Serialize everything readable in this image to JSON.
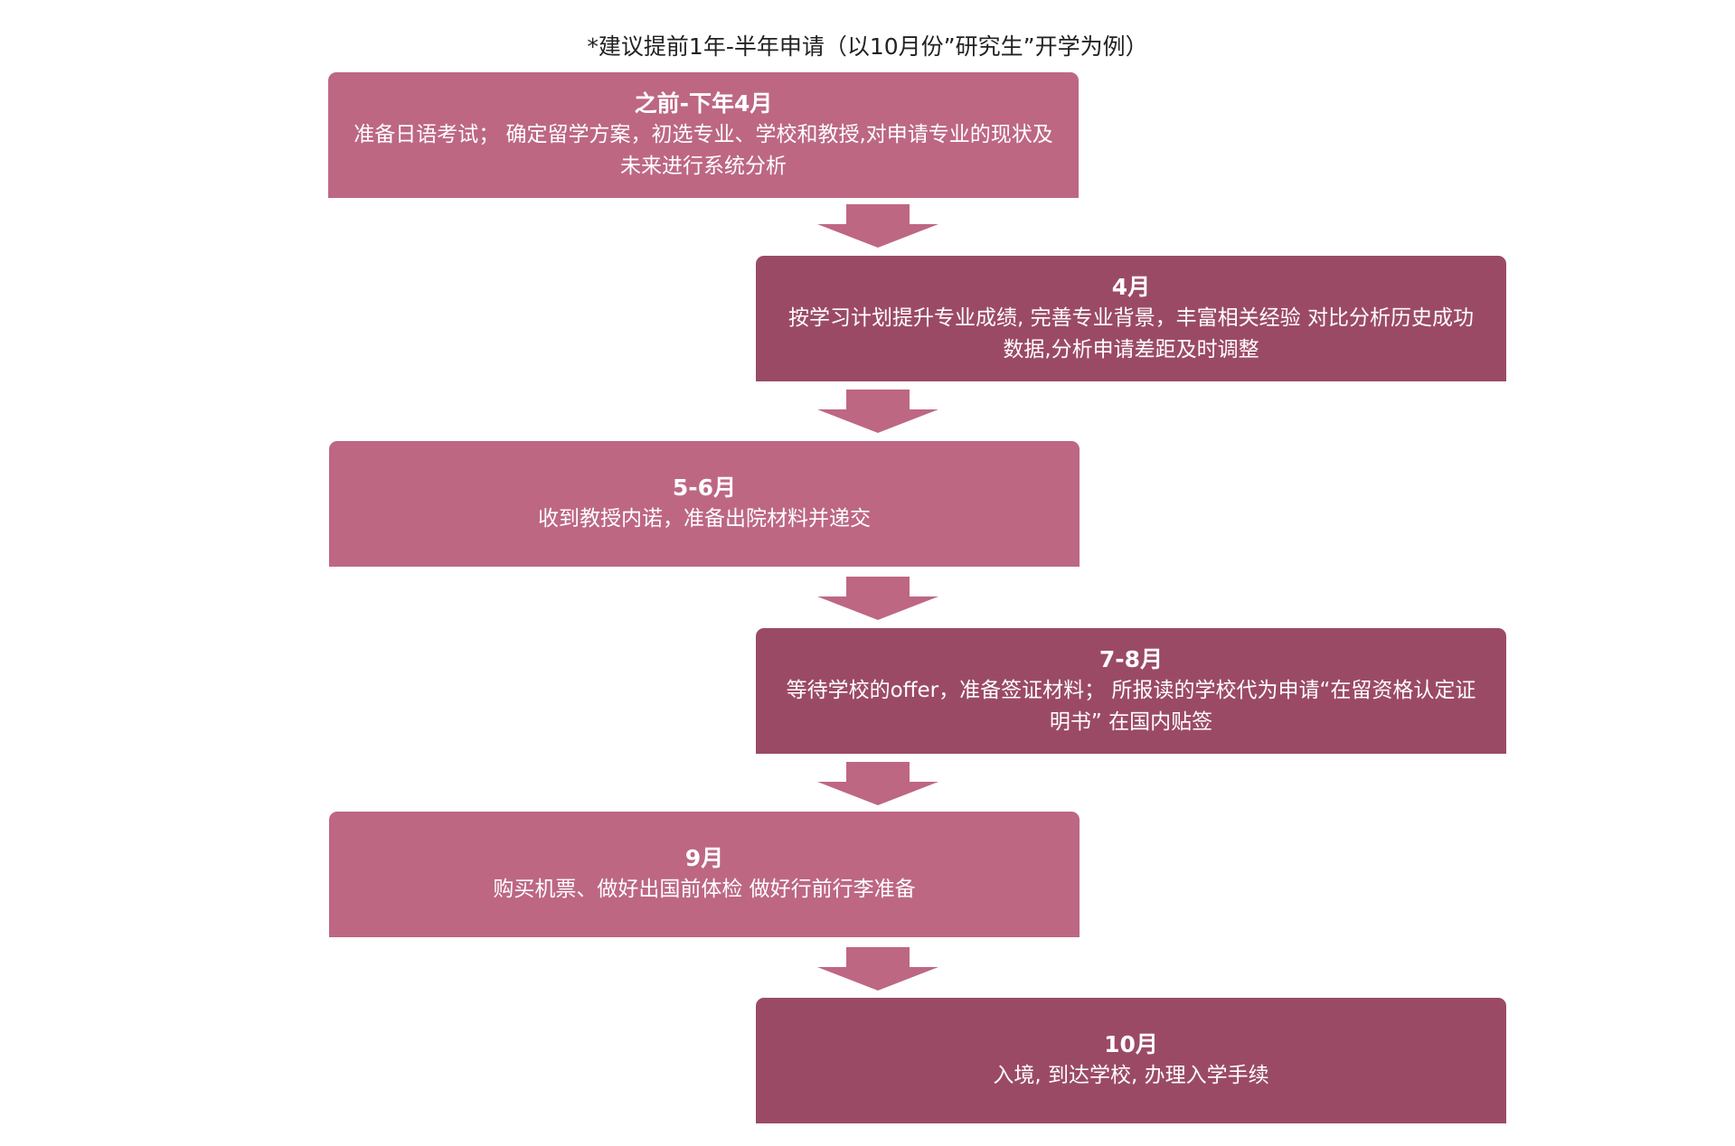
{
  "title": "*建议提前1年-半年申请（以10月份”研究生”开学为例）",
  "colors": {
    "light_box": "#bd6783",
    "dark_box": "#9b4a65",
    "arrow": "#bd6783"
  },
  "steps": [
    {
      "title": "之前-下年4月",
      "body": "准备日语考试； 确定留学方案，初选专业、学校和教授,对申请专业的现状及未来进行系统分析",
      "shade": "light"
    },
    {
      "title": "4月",
      "body": "按学习计划提升专业成绩, 完善专业背景，丰富相关经验 对比分析历史成功数据,分析申请差距及时调整",
      "shade": "dark"
    },
    {
      "title": "5-6月",
      "body": "收到教授内诺，准备出院材料并递交",
      "shade": "light"
    },
    {
      "title": "7-8月",
      "body": "等待学校的offer，准备签证材料； 所报读的学校代为申请“在留资格认定证明书” 在国内贴签",
      "shade": "dark"
    },
    {
      "title": "9月",
      "body": "购买机票、做好出国前体检 做好行前行李准备",
      "shade": "light"
    },
    {
      "title": "10月",
      "body": "入境, 到达学校, 办理入学手续",
      "shade": "dark"
    }
  ]
}
